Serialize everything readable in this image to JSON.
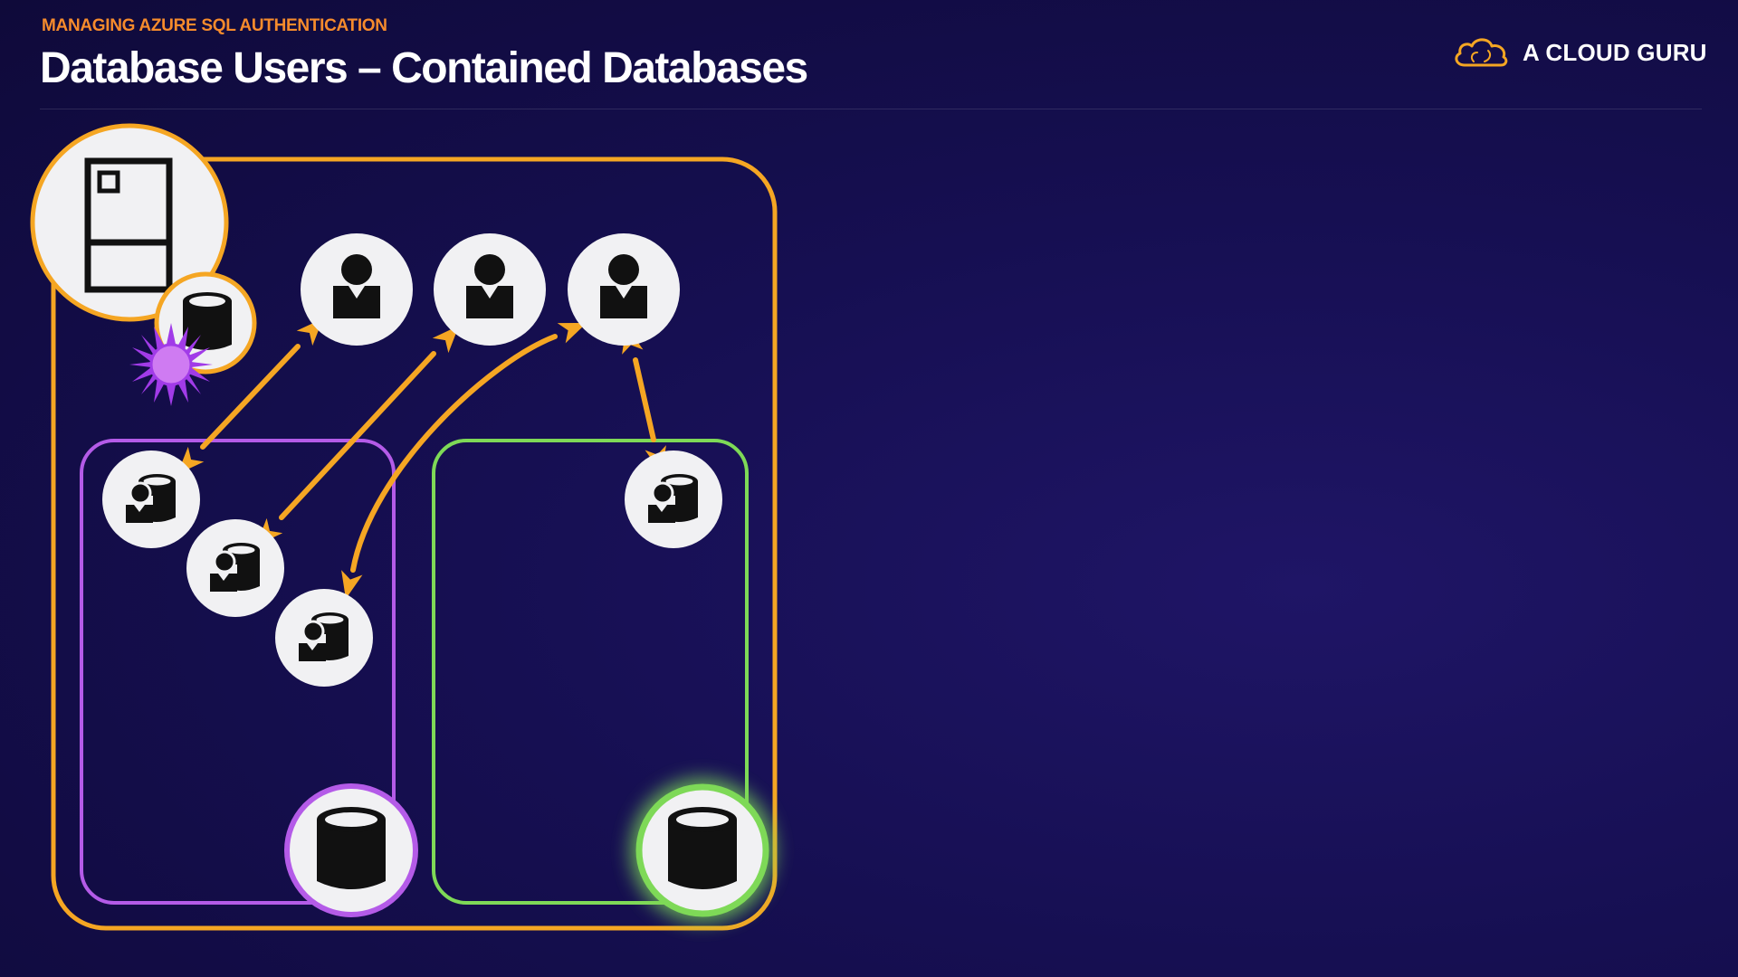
{
  "header": {
    "subtitle": "MANAGING AZURE SQL AUTHENTICATION",
    "title": "Database Users – Contained Databases"
  },
  "brand": {
    "name": "A CLOUD GURU",
    "icon": "cloud-logo-icon"
  },
  "colors": {
    "accent_orange": "#f5a623",
    "subtitle_orange": "#f68b2c",
    "purple": "#b45be8",
    "green": "#7ed957",
    "node_fill": "#f1f1f3",
    "icon_dark": "#111111"
  },
  "diagram": {
    "server_group": "orange-frame",
    "database_groups": [
      "purple-frame",
      "green-frame"
    ],
    "nodes": {
      "server": "server-icon",
      "master_database": "database-icon",
      "admin_badge": "sun-badge-icon",
      "users": [
        "user-icon",
        "user-icon",
        "user-icon"
      ],
      "purple_db_users": [
        "database-user-icon",
        "database-user-icon",
        "database-user-icon"
      ],
      "green_db_users": [
        "database-user-icon"
      ],
      "purple_database": "database-icon",
      "green_database": "database-icon"
    },
    "links": [
      "user-1 <-> purple-db-user-1",
      "user-2 <-> purple-db-user-2",
      "user-3 <-> purple-db-user-3",
      "user-3 <-> green-db-user-1"
    ]
  }
}
